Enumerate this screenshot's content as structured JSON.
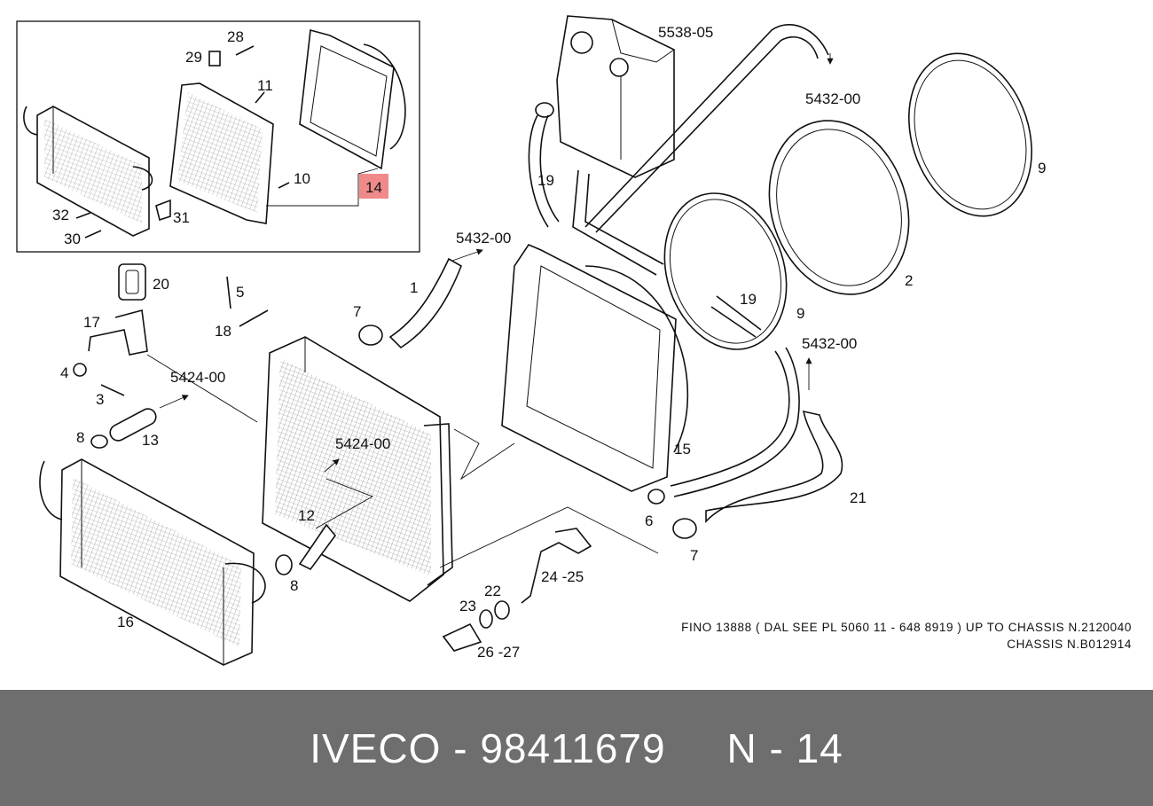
{
  "diagram": {
    "part_labels": {
      "p28": "28",
      "p29": "29",
      "p11": "11",
      "p10": "10",
      "p14": "14",
      "p32": "32",
      "p31": "31",
      "p30": "30",
      "p20": "20",
      "p5": "5",
      "p17": "17",
      "p18": "18",
      "p4": "4",
      "p3": "3",
      "p8a": "8",
      "p13": "13",
      "p16": "16",
      "p12": "12",
      "p8b": "8",
      "p7a": "7",
      "p1": "1",
      "p19a": "19",
      "p19b": "19",
      "p9a": "9",
      "p9b": "9",
      "p2": "2",
      "p15": "15",
      "p6": "6",
      "p7b": "7",
      "p21": "21",
      "p2425": "24 -25",
      "p22": "22",
      "p23": "23",
      "p2627": "26 -27"
    },
    "group_codes": {
      "c553805": "5538-05",
      "c543200a": "5432-00",
      "c543200b": "5432-00",
      "c543200c": "5432-00",
      "c542400a": "5424-00",
      "c542400b": "5424-00"
    },
    "note_line1": "FINO 13888 ( DAL SEE PL 5060 11 - 648 8919 ) UP TO CHASSIS N.2120040",
    "note_line2": "CHASSIS N.B012914",
    "highlight_color": "#f08a8a"
  },
  "footer": {
    "brand": "IVECO",
    "sep1": " - ",
    "part_number": "98411679",
    "gap": "     ",
    "section": "N - 14"
  }
}
